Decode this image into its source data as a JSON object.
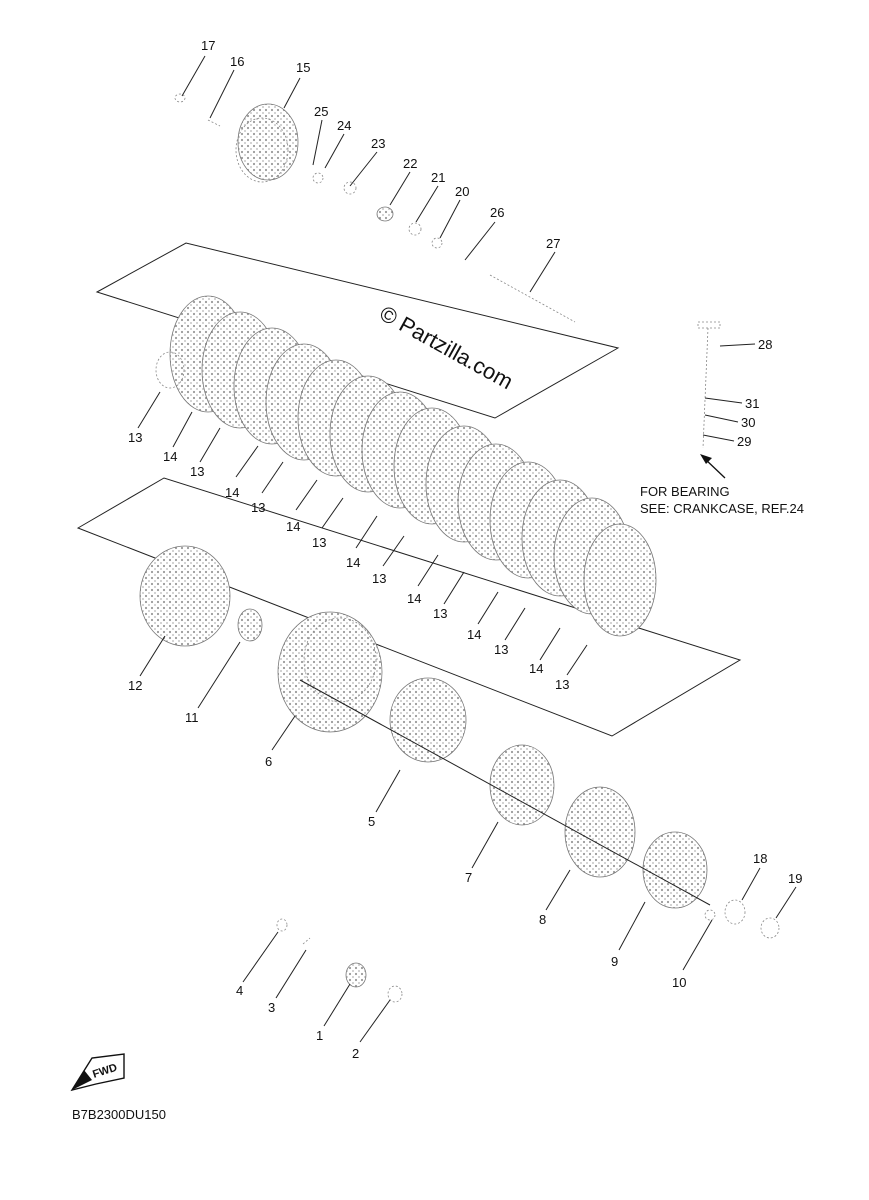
{
  "watermark": "© Partzilla.com",
  "drawing_code": "B7B2300DU150",
  "fwd_label": "FWD",
  "bearing_note": {
    "line1": "FOR BEARING",
    "line2": "SEE: CRANKCASE, REF.24"
  },
  "callouts": [
    "17",
    "16",
    "15",
    "25",
    "24",
    "23",
    "22",
    "21",
    "20",
    "26",
    "27",
    "28",
    "31",
    "30",
    "29",
    "13",
    "14",
    "13",
    "14",
    "13",
    "14",
    "13",
    "14",
    "13",
    "14",
    "13",
    "14",
    "13",
    "14",
    "13",
    "14",
    "13",
    "12",
    "11",
    "6",
    "5",
    "7",
    "8",
    "9",
    "10",
    "18",
    "19",
    "4",
    "3",
    "1",
    "2"
  ],
  "icons": {
    "fwd": "fwd-arrow-icon"
  }
}
